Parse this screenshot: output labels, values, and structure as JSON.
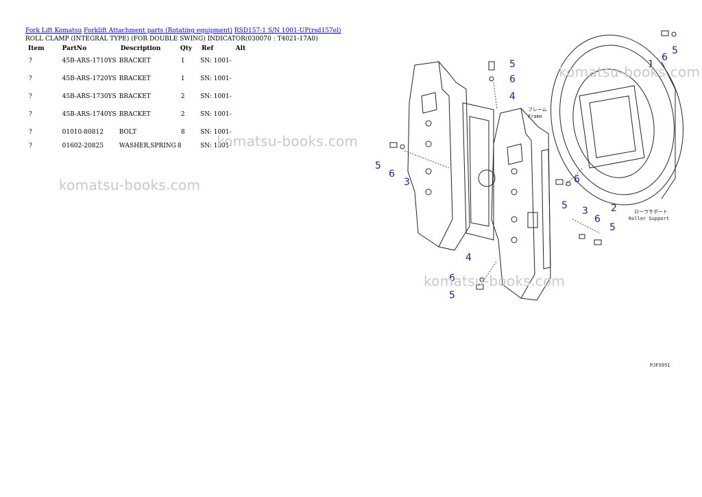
{
  "breadcrumbs": [
    {
      "label": "Fork Lift Komatsu"
    },
    {
      "label": "Forklift Attachment parts (Rotating equipment)"
    },
    {
      "label": "RSD157-1 S/N 1001-UP(rsd157el)"
    }
  ],
  "subtitle": "ROLL CLAMP (INTEGRAL TYPE) (FOR DOUBLE SWING) INDICATOR(030070 : T4021-17A0)",
  "table": {
    "headers": {
      "item": "Item",
      "partno": "PartNo",
      "description": "Description",
      "qty": "Qty",
      "ref": "Ref",
      "alt": "Alt"
    },
    "rows": [
      {
        "item": "?",
        "partno": "45B-ARS-1710YS",
        "description": "BRACKET",
        "qty": "1",
        "ref": "SN: 1001-",
        "alt": ""
      },
      {
        "item": "?",
        "partno": "45B-ARS-1720YS",
        "description": "BRACKET",
        "qty": "1",
        "ref": "SN: 1001-",
        "alt": ""
      },
      {
        "item": "?",
        "partno": "45B-ARS-1730YS",
        "description": "BRACKET",
        "qty": "2",
        "ref": "SN: 1001-",
        "alt": ""
      },
      {
        "item": "?",
        "partno": "45B-ARS-1740YS",
        "description": "BRACKET",
        "qty": "2",
        "ref": "SN: 1001-",
        "alt": ""
      },
      {
        "item": "?",
        "partno": "01010-80812",
        "description": "BOLT",
        "qty": "8",
        "ref": "SN: 1001-",
        "alt": ""
      },
      {
        "item": "?",
        "partno": "01602-20825",
        "description": "WASHER,SPRING",
        "qty": "8",
        "ref": "SN: 1001-",
        "alt": ""
      }
    ]
  },
  "watermark": "komatsu-books.com",
  "diagram": {
    "callouts": [
      "1",
      "2",
      "3",
      "4",
      "5",
      "6"
    ],
    "labels": {
      "frame_jp": "フレーム",
      "frame_en": "Frame",
      "roller_jp": "ローラサポート",
      "roller_en": "Roller Support",
      "code": "PJFX951"
    }
  }
}
